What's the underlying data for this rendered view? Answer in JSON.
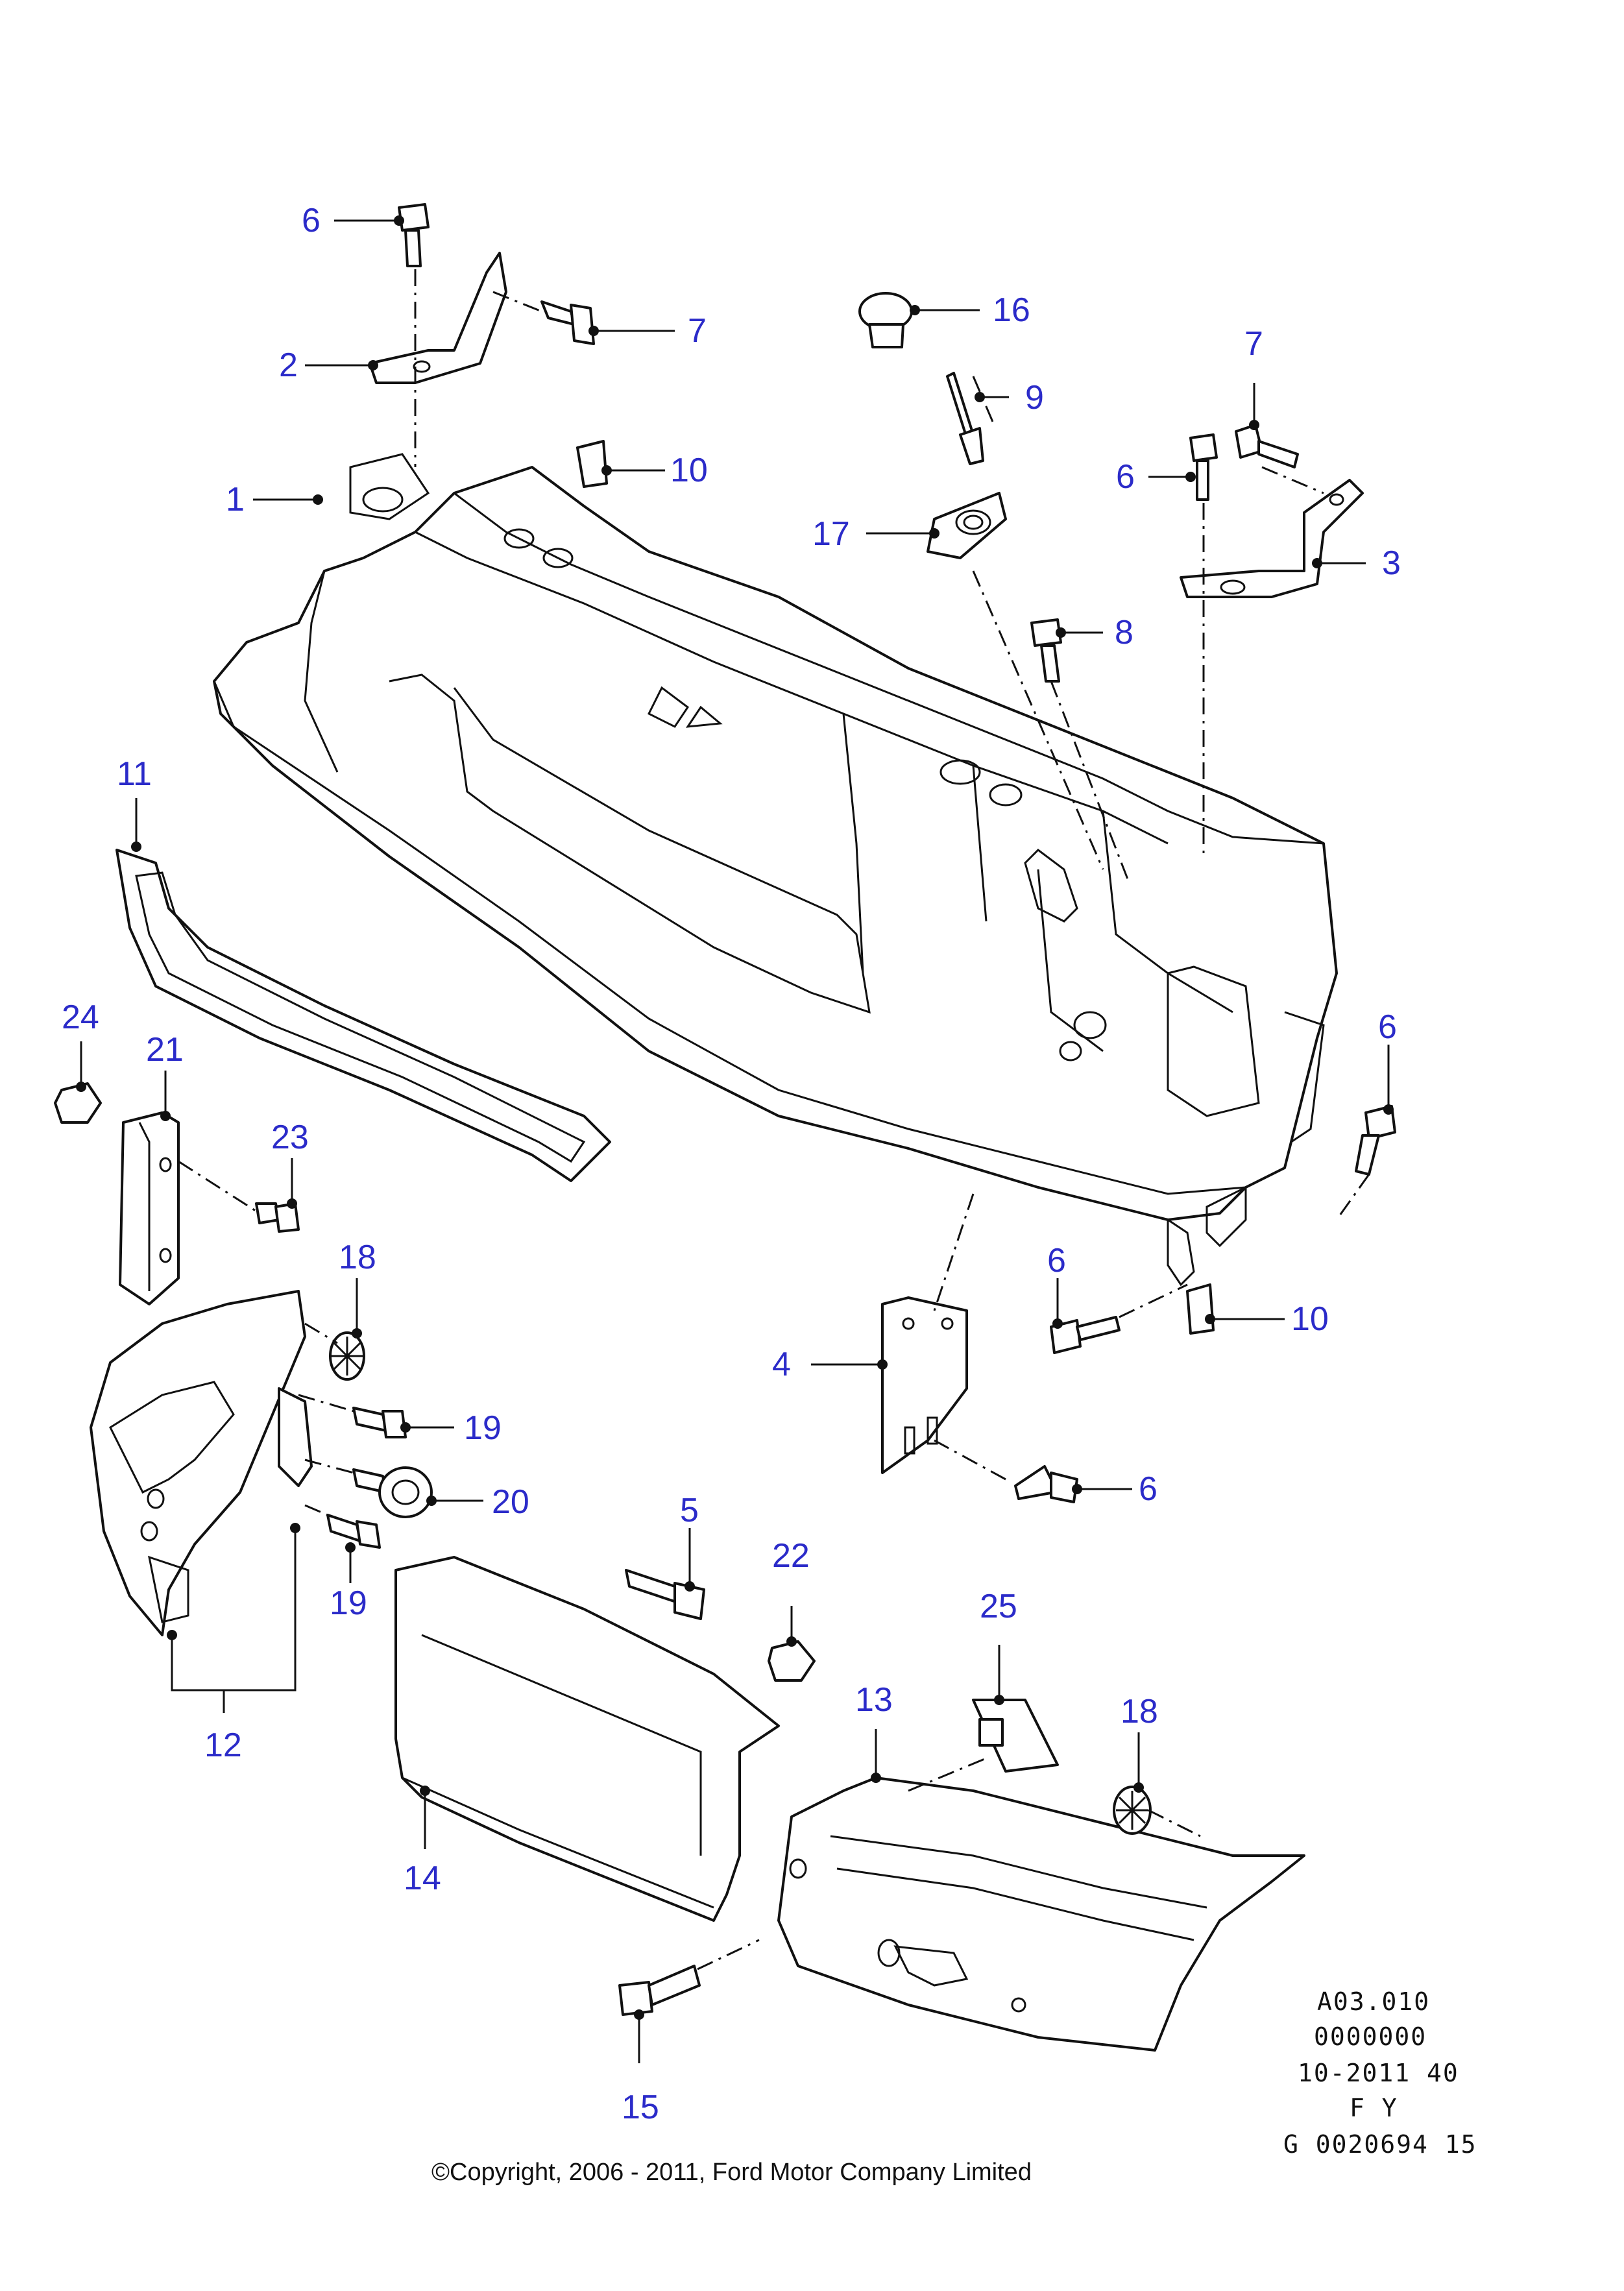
{
  "callouts": {
    "c1": "1",
    "c2": "2",
    "c3": "3",
    "c4": "4",
    "c5": "5",
    "c6a": "6",
    "c6b": "6",
    "c6c": "6",
    "c6d": "6",
    "c6e": "6",
    "c7a": "7",
    "c7b": "7",
    "c8": "8",
    "c9": "9",
    "c10a": "10",
    "c10b": "10",
    "c11": "11",
    "c12": "12",
    "c13": "13",
    "c14": "14",
    "c15": "15",
    "c16": "16",
    "c17": "17",
    "c18a": "18",
    "c18b": "18",
    "c19a": "19",
    "c19b": "19",
    "c20": "20",
    "c21": "21",
    "c22": "22",
    "c23": "23",
    "c24": "24",
    "c25": "25"
  },
  "reference": {
    "line1": "A03.010",
    "line2": "0000000",
    "line3": "10-2011 40",
    "line4": "F Y",
    "line5": "G 0020694 15"
  },
  "copyright": "©Copyright, 2006 - 2011, Ford Motor Company Limited",
  "colors": {
    "callout": "#2b2bc9",
    "line": "#111111",
    "background": "#ffffff"
  }
}
